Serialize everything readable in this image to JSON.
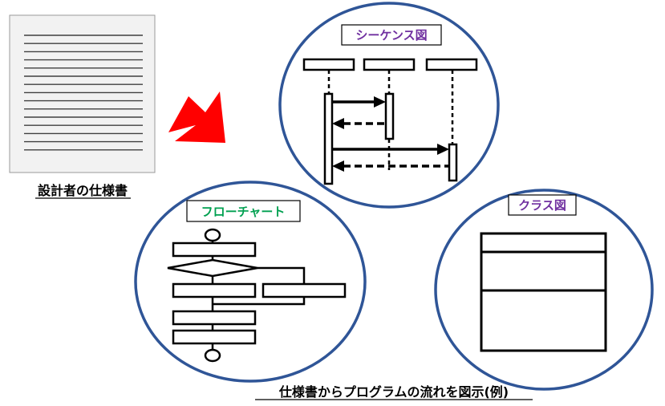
{
  "document": {
    "caption": "設計者の仕様書",
    "line_count": 15
  },
  "sequence": {
    "title": "シーケンス図",
    "title_color": "#7030a0",
    "lifeline_count": 3
  },
  "flowchart": {
    "title": "フローチャート",
    "title_color": "#00a050"
  },
  "class_diagram": {
    "title": "クラス図",
    "title_color": "#7030a0"
  },
  "bottom_caption": "仕様書からプログラムの流れを図示(例)",
  "colors": {
    "circle_border": "#2f5597",
    "arrow": "#ff0000",
    "doc_fill": "#f2f2f2",
    "doc_lines": "#404040",
    "stroke": "#000000"
  },
  "icons": {
    "arrow": "red-arrow-icon",
    "document": "document-icon"
  }
}
